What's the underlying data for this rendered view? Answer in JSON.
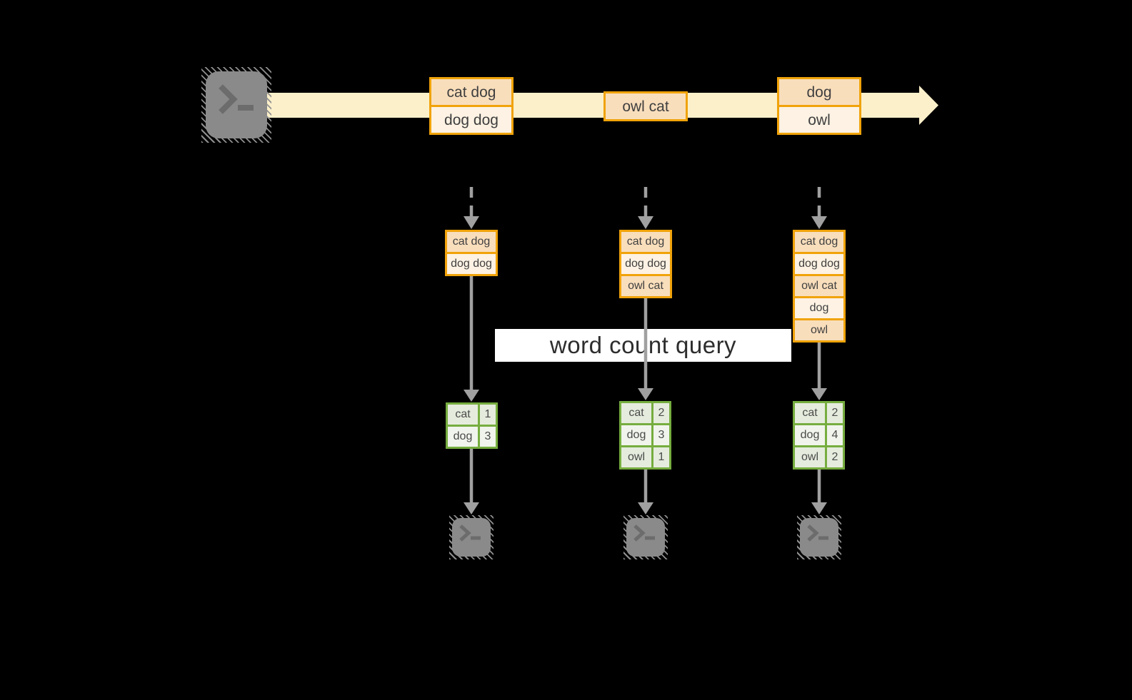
{
  "diagram": {
    "query_label": "word count query",
    "stream": {
      "batches": [
        {
          "lines": [
            "cat dog",
            "dog dog"
          ]
        },
        {
          "lines": [
            "owl cat"
          ]
        },
        {
          "lines": [
            "dog",
            "owl"
          ]
        }
      ]
    },
    "states": [
      {
        "lines": [
          "cat dog",
          "dog dog"
        ]
      },
      {
        "lines": [
          "cat dog",
          "dog dog",
          "owl cat"
        ]
      },
      {
        "lines": [
          "cat dog",
          "dog dog",
          "owl cat",
          "dog",
          "owl"
        ]
      }
    ],
    "results": [
      {
        "rows": [
          {
            "word": "cat",
            "count": "1"
          },
          {
            "word": "dog",
            "count": "3"
          }
        ]
      },
      {
        "rows": [
          {
            "word": "cat",
            "count": "2"
          },
          {
            "word": "dog",
            "count": "3"
          },
          {
            "word": "owl",
            "count": "1"
          }
        ]
      },
      {
        "rows": [
          {
            "word": "cat",
            "count": "2"
          },
          {
            "word": "dog",
            "count": "4"
          },
          {
            "word": "owl",
            "count": "2"
          }
        ]
      }
    ],
    "icons": {
      "source": "terminal-prompt-icon",
      "sinks": [
        "terminal-prompt-icon",
        "terminal-prompt-icon",
        "terminal-prompt-icon"
      ]
    },
    "colors": {
      "background": "#000000",
      "stream_band": "#fcf0ca",
      "orange_border": "#f0a30a",
      "cell_peach": "#f9debc",
      "cell_cream": "#fdf2e3",
      "green_border": "#76ad3f",
      "cell_green_dark": "#e5ecdd",
      "cell_green_light": "#f0f4ec",
      "arrow_gray": "#a0a0a0",
      "label_bg": "#ffffff",
      "text": "#3f3f3f"
    }
  }
}
